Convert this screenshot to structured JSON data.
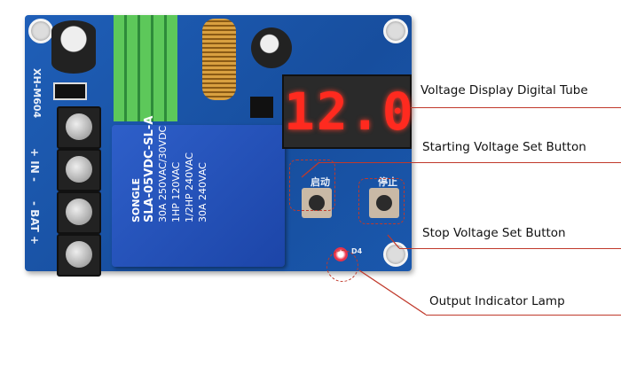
{
  "board": {
    "model": "XH-M604",
    "terminals": {
      "in_label": "IN",
      "bat_label": "BAT",
      "plus": "+",
      "minus": "-"
    },
    "relay": {
      "brand": "SONGLE",
      "model": "SLA-05VDC-SL-A",
      "rating": "30A 250VAC/30VDC",
      "rating2": "1HP 120VAC",
      "rating3": "1/2HP 240VAC",
      "rating4": "30A 240VAC"
    },
    "display_value": "12.0",
    "start_button_label": "启动",
    "stop_button_label": "停止",
    "led_label": "D4",
    "colors": {
      "pcb": "#1a56a8",
      "display": "#ff2a1f",
      "callout": "#c0392b"
    }
  },
  "callouts": [
    {
      "label": "Voltage Display Digital Tube"
    },
    {
      "label": "Starting Voltage Set Button"
    },
    {
      "label": "Stop Voltage Set Button"
    },
    {
      "label": "Output Indicator Lamp"
    }
  ]
}
